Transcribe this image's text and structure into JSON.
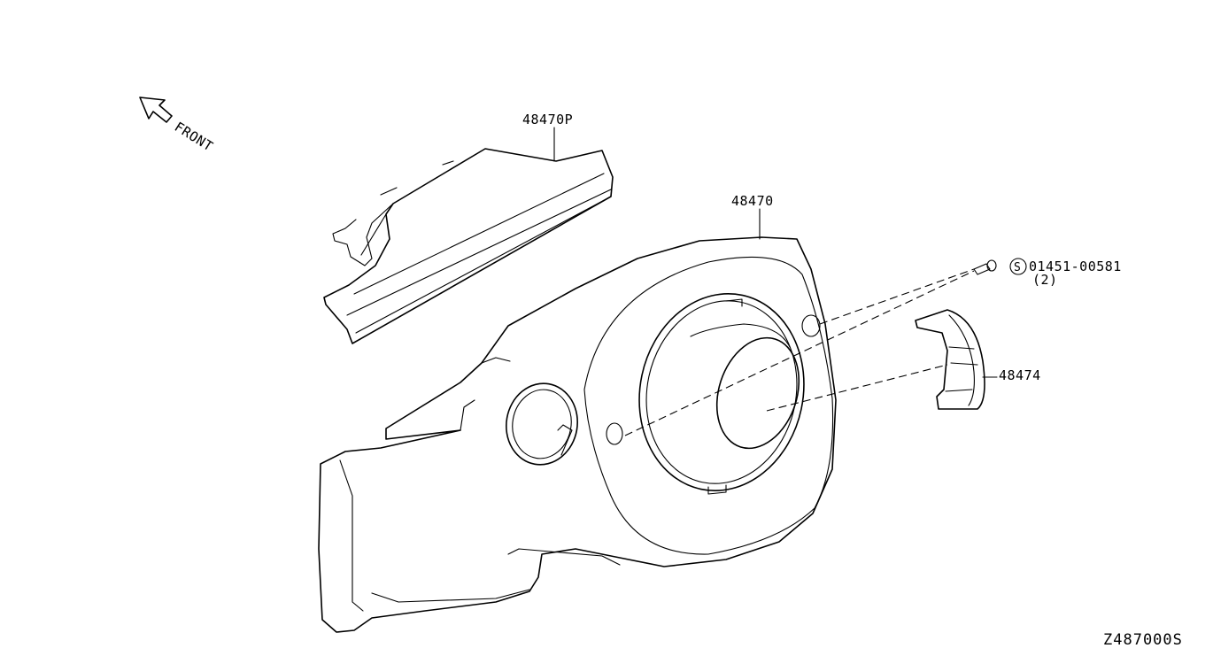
{
  "diagram": {
    "front_label": "FRONT",
    "part_labels": {
      "upper_cover": "48470P",
      "lower_cover": "48470",
      "screw": "01451-00581",
      "screw_qty": "(2)",
      "screw_marker": "S",
      "lid": "48474"
    },
    "diagram_code": "Z487000S"
  }
}
